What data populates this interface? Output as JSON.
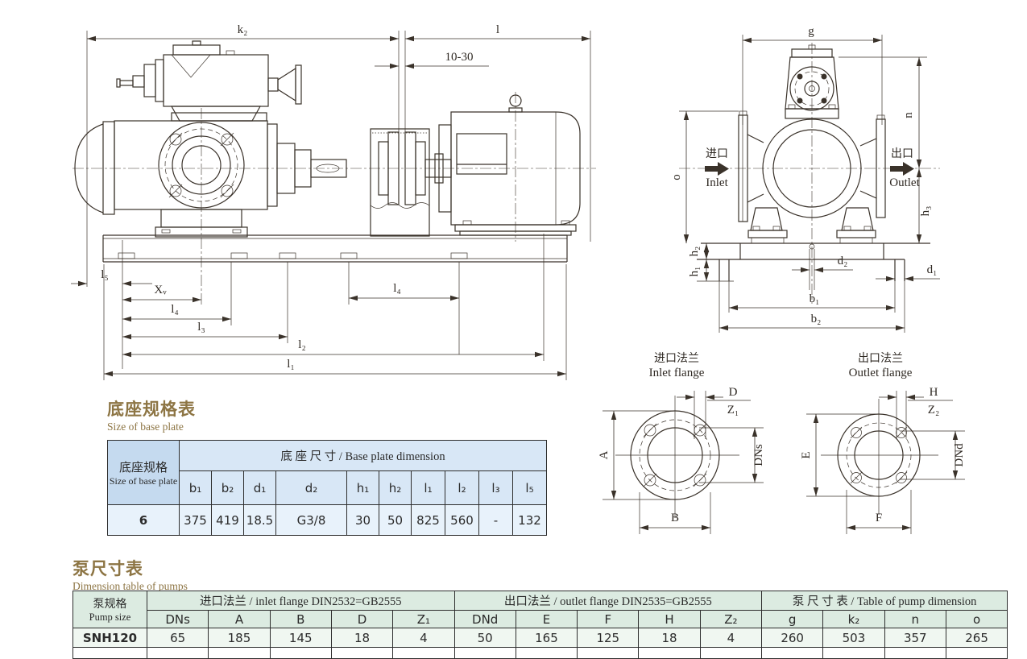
{
  "side_view": {
    "k2": "k₂",
    "l": "l",
    "gap": "10-30",
    "l5": "l₅",
    "xv": "Xᵥ",
    "l4_left": "l₄",
    "l3": "l₃",
    "l4_right": "l₄",
    "l2": "l₂",
    "l1": "l₁"
  },
  "end_view": {
    "g": "g",
    "n": "n",
    "o": "o",
    "h3": "h₃",
    "h2": "h₂",
    "h1": "h₁",
    "d2": "d₂",
    "d1": "d₁",
    "b1": "b₁",
    "b2": "b₂",
    "inlet_cn": "进口",
    "inlet_en": "Inlet",
    "outlet_cn": "出口",
    "outlet_en": "Outlet"
  },
  "inlet_flange": {
    "title_cn": "进口法兰",
    "title_en": "Inlet flange",
    "A": "A",
    "B": "B",
    "D": "D",
    "Z1": "Z₁",
    "DN": "DNs"
  },
  "outlet_flange": {
    "title_cn": "出口法兰",
    "title_en": "Outlet flange",
    "E": "E",
    "F": "F",
    "H": "H",
    "Z2": "Z₂",
    "DN": "DNd"
  },
  "base_plate_table": {
    "title_cn": "底座规格表",
    "title_en": "Size of base plate",
    "corner_cn": "底座规格",
    "corner_en": "Size of base plate",
    "group": "底 座 尺 寸 / Base plate dimension",
    "columns": [
      "b₁",
      "b₂",
      "d₁",
      "d₂",
      "h₁",
      "h₂",
      "l₁",
      "l₂",
      "l₃",
      "l₅"
    ],
    "row_label": "6",
    "row_values": [
      "375",
      "419",
      "18.5",
      "G3/8",
      "30",
      "50",
      "825",
      "560",
      "-",
      "132"
    ]
  },
  "pump_table": {
    "title_cn": "泵尺寸表",
    "title_en": "Dimension table of pumps",
    "corner_cn": "泵规格",
    "corner_en": "Pump size",
    "group_inlet": "进口法兰 / inlet flange DIN2532=GB2555",
    "group_outlet": "出口法兰 / outlet flange DIN2535=GB2555",
    "group_pump": "泵 尺 寸 表 / Table of pump dimension",
    "columns": [
      "DNs",
      "A",
      "B",
      "D",
      "Z₁",
      "DNd",
      "E",
      "F",
      "H",
      "Z₂",
      "g",
      "k₂",
      "n",
      "o"
    ],
    "row_label": "SNH120",
    "row_values": [
      "65",
      "185",
      "145",
      "18",
      "4",
      "50",
      "165",
      "125",
      "18",
      "4",
      "260",
      "503",
      "357",
      "265"
    ]
  }
}
